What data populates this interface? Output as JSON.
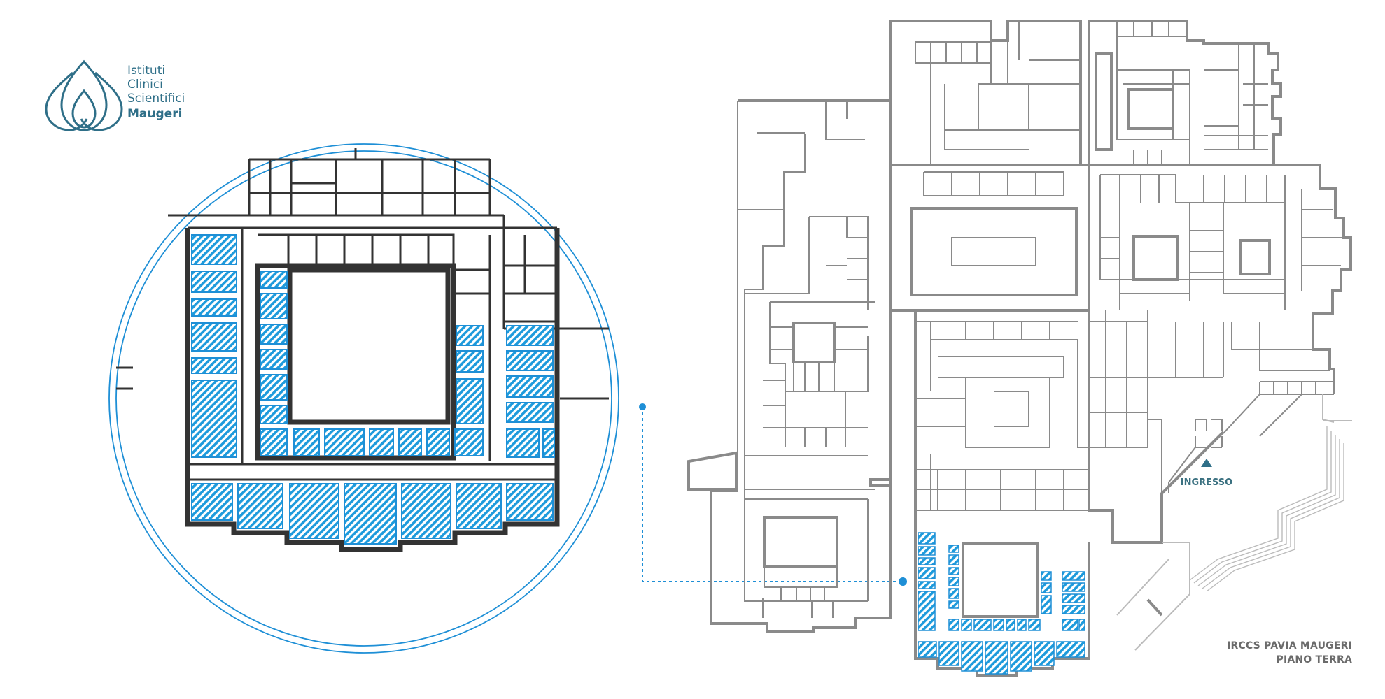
{
  "logo": {
    "line1": "Istituti",
    "line2": "Clinici",
    "line3": "Scientifici",
    "line4": "Maugeri"
  },
  "map": {
    "entrance_label": "INGRESSO",
    "caption_line1": "IRCCS PAVIA MAUGERI",
    "caption_line2": "PIANO TERRA"
  },
  "colors": {
    "brand": "#2f6f88",
    "highlight_fill": "#1e9bdc",
    "outline": "#8a8a8a",
    "zoom_outline": "#333333",
    "connector": "#1e8fd6",
    "entrance_marker": "#2f6f88"
  }
}
